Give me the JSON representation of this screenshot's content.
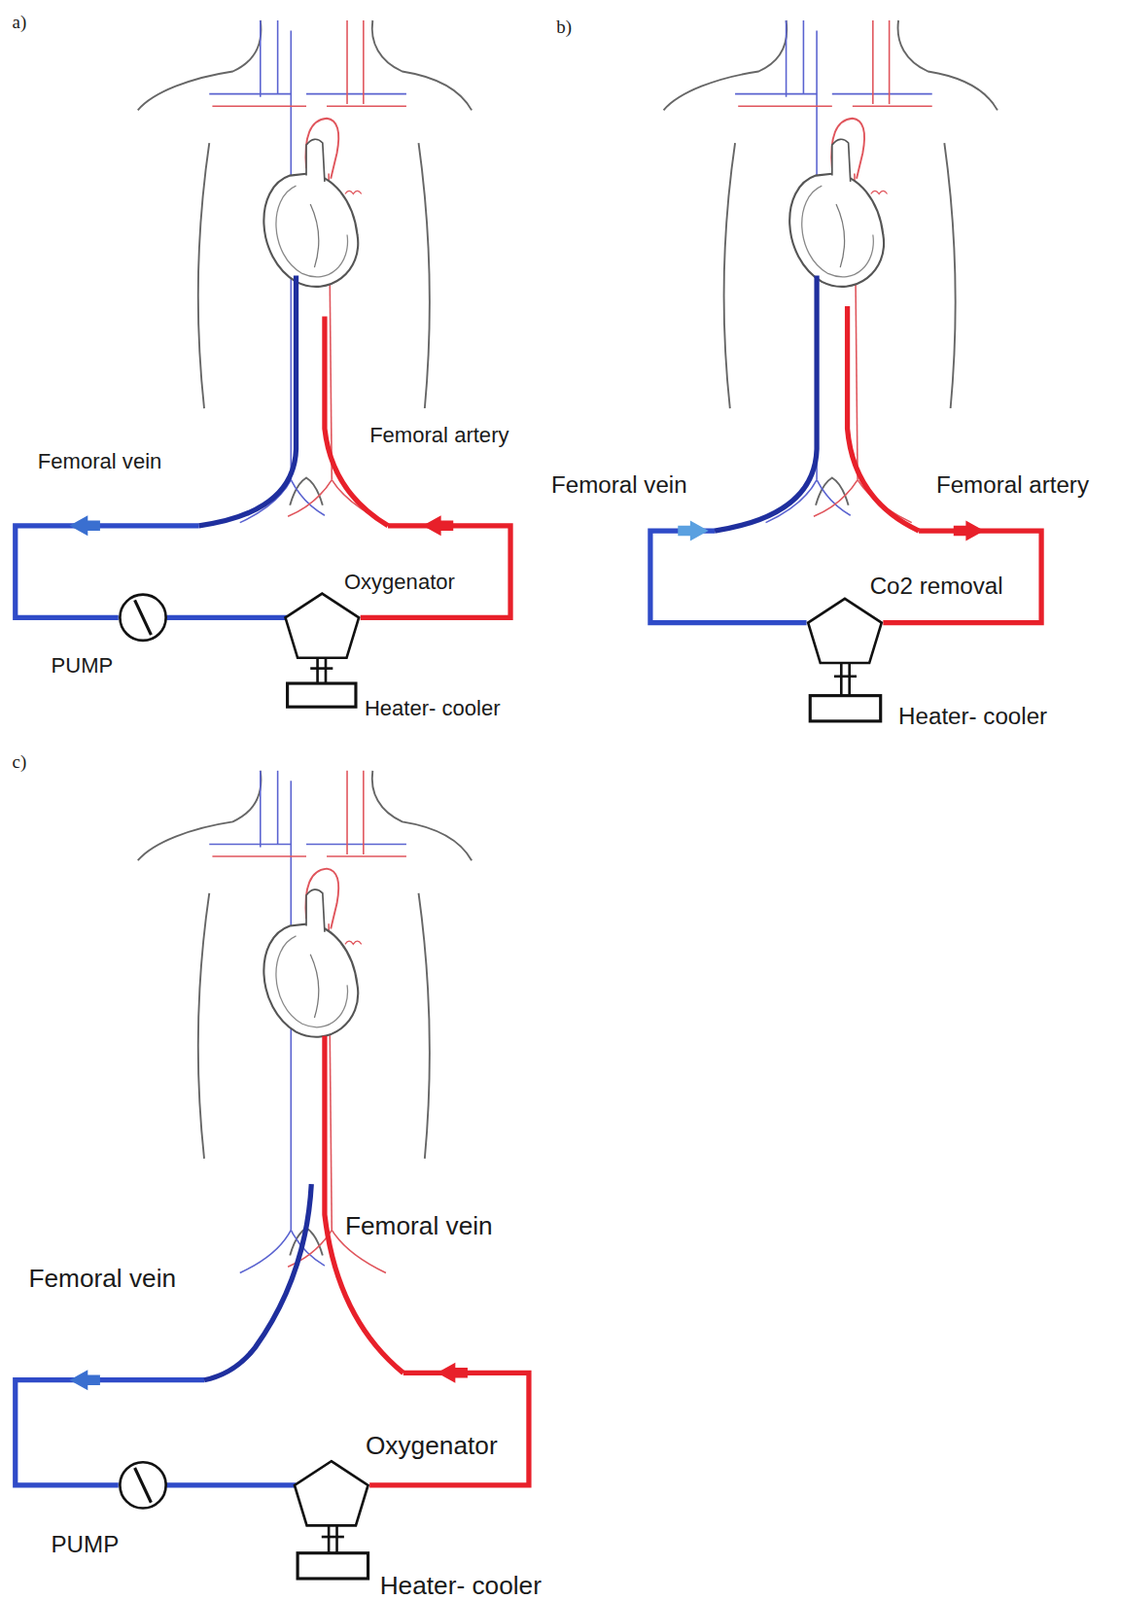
{
  "diagram": {
    "nodes": [
      {
        "text": [
          "PUMP"
        ]
      },
      {
        "text": [
          "Oxygenator"
        ]
      },
      {
        "text": [
          "Heater- cooler"
        ]
      },
      {
        "text": [
          "Co2 removal"
        ]
      },
      {
        "text": [
          "Heater- cooler"
        ]
      },
      {
        "text": [
          "PUMP"
        ]
      },
      {
        "text": [
          "Oxygenator"
        ]
      },
      {
        "text": [
          "Heater- cooler"
        ]
      }
    ],
    "edges": [
      {
        "from": 0,
        "to": 1,
        "arrow": "none"
      },
      {
        "from": 1,
        "to": 2,
        "arrow": "none"
      },
      {
        "from": 3,
        "to": 4,
        "arrow": "none"
      },
      {
        "from": 5,
        "to": 6,
        "arrow": "none"
      },
      {
        "from": 6,
        "to": 7,
        "arrow": "none"
      }
    ],
    "labels": [
      "a)",
      "Femoral vein",
      "Femoral artery",
      "b)",
      "Femoral vein",
      "Femoral artery",
      "c)",
      "Femoral vein",
      "Femoral vein"
    ]
  }
}
